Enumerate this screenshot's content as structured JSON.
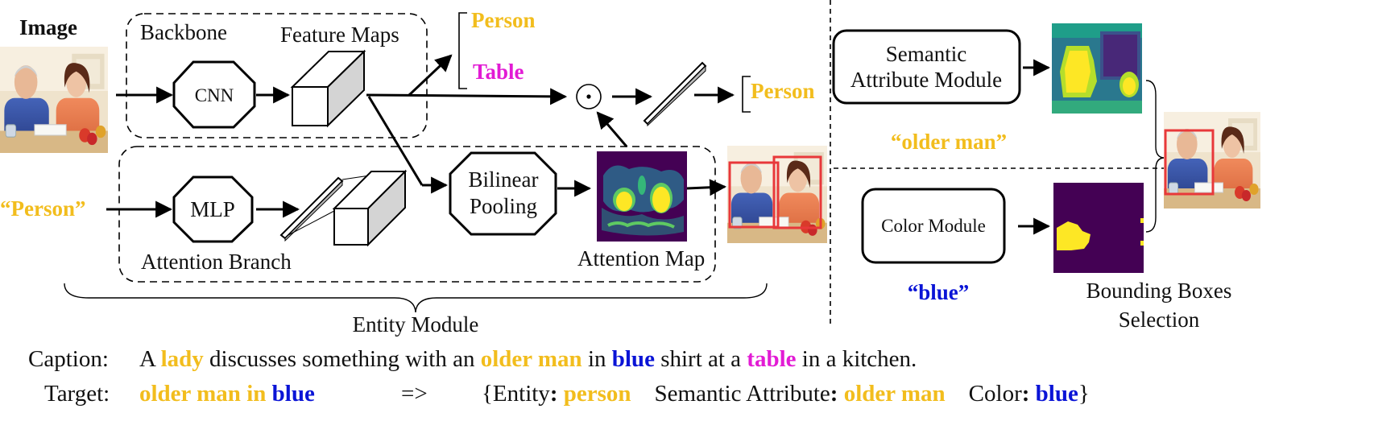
{
  "labels": {
    "image": "Image",
    "backbone": "Backbone",
    "feature_maps": "Feature Maps",
    "cnn": "CNN",
    "mlp": "MLP",
    "bilinear_line1": "Bilinear",
    "bilinear_line2": "Pooling",
    "attention_branch": "Attention Branch",
    "attention_map": "Attention Map",
    "entity_module": "Entity Module",
    "person_quote": "“Person”",
    "class_person": "Person",
    "class_table": "Table",
    "output_person": "Person",
    "hadamard": "⊙",
    "semantic_line1": "Semantic",
    "semantic_line2": "Attribute Module",
    "older_man_quote": "“older man”",
    "color_module": "Color Module",
    "blue_quote": "“blue”",
    "bbox_line1": "Bounding Boxes",
    "bbox_line2": "Selection"
  },
  "caption": {
    "label": "Caption:",
    "parts": [
      {
        "text": "A ",
        "style": "plain"
      },
      {
        "text": "lady",
        "style": "yellow"
      },
      {
        "text": " discusses something with an ",
        "style": "plain"
      },
      {
        "text": "older man",
        "style": "yellow"
      },
      {
        "text": " in ",
        "style": "plain"
      },
      {
        "text": "blue",
        "style": "blue"
      },
      {
        "text": " shirt at a ",
        "style": "plain"
      },
      {
        "text": "table",
        "style": "magenta"
      },
      {
        "text": " in a kitchen.",
        "style": "plain"
      }
    ]
  },
  "target": {
    "label": "Target:",
    "phrase": [
      {
        "text": "older man in ",
        "style": "yellow"
      },
      {
        "text": "blue",
        "style": "blue"
      }
    ],
    "arrow": "=>",
    "parse": [
      {
        "text": "{Entity",
        "style": "plain"
      },
      {
        "text": ": ",
        "style": "bold"
      },
      {
        "text": "person",
        "style": "yellow"
      },
      {
        "text": "    Semantic Attribute",
        "style": "plain"
      },
      {
        "text": ": ",
        "style": "bold"
      },
      {
        "text": "older man",
        "style": "yellow"
      },
      {
        "text": "    Color",
        "style": "plain"
      },
      {
        "text": ": ",
        "style": "bold"
      },
      {
        "text": "blue",
        "style": "blue"
      },
      {
        "text": "}",
        "style": "plain"
      }
    ]
  },
  "colors": {
    "yellow": "#f2bd1d",
    "blue": "#0a14d6",
    "magenta": "#e21bd4",
    "bbox_red": "#e8383a",
    "heat_bg": "#440154",
    "heat_hot": "#fde725"
  }
}
